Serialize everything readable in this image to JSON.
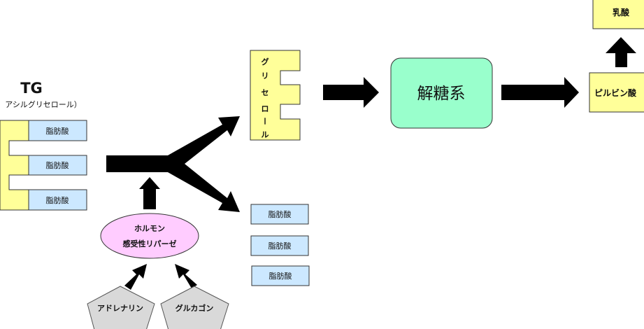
{
  "diagram": {
    "tg": {
      "title": "TG",
      "subtitle": "アシルグリセロール）",
      "fatty_acids": [
        "脂肪酸",
        "脂肪酸",
        "脂肪酸"
      ]
    },
    "glycerol": {
      "chars": [
        "グ",
        "リ",
        "セ",
        "ロ",
        "ー",
        "ル"
      ]
    },
    "released_fatty_acids": [
      "脂肪酸",
      "脂肪酸",
      "脂肪酸"
    ],
    "enzyme": {
      "line1": "ホルモン",
      "line2": "感受性リパーゼ"
    },
    "hormones": [
      "アドレナリン",
      "グルカゴン"
    ],
    "glycolysis": "解糖系",
    "pyruvate": "ピルビン酸",
    "lactate": "乳酸",
    "colors": {
      "glycerol_yellow": "#ffff99",
      "fatty_acid_blue": "#cce8ff",
      "glycolysis_green": "#99ffcc",
      "enzyme_pink": "#ffccff",
      "hormone_gray": "#d9d9d9",
      "arrow": "#000000"
    }
  }
}
